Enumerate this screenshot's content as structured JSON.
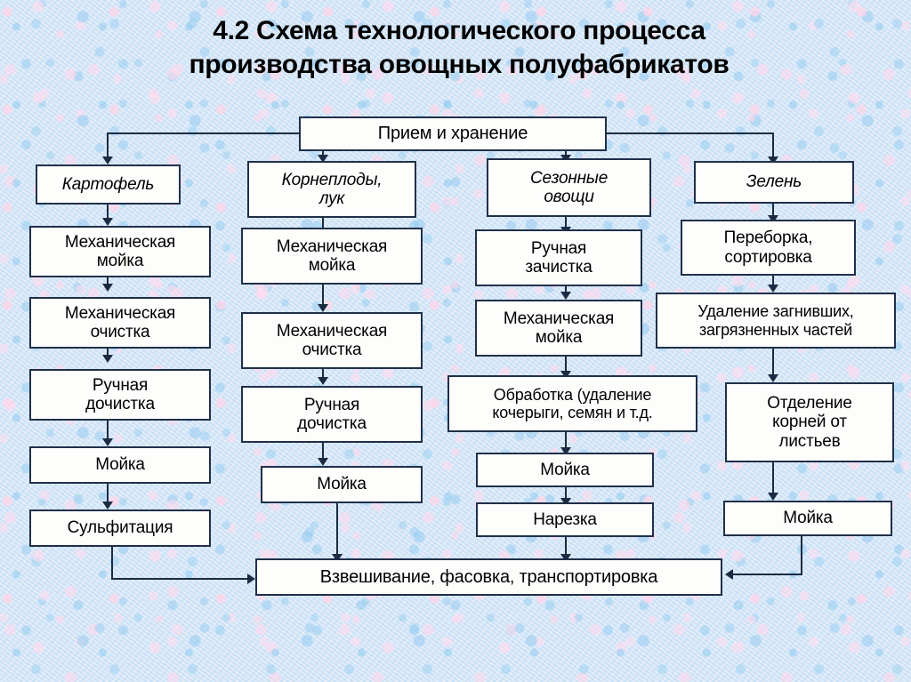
{
  "title": "4.2 Схема технологического процесса\nпроизводства овощных полуфабрикатов",
  "diagram": {
    "root": {
      "label": "Прием и хранение"
    },
    "branches": [
      {
        "id": "potato",
        "header": "Картофель",
        "steps": [
          "Механическая\nмойка",
          "Механическая\nочистка",
          "Ручная\nдочистка",
          "Мойка",
          "Сульфитация"
        ]
      },
      {
        "id": "root-vegetables",
        "header": "Корнеплоды,\nлук",
        "steps": [
          "Механическая\nмойка",
          "Механическая\nочистка",
          "Ручная\nдочистка",
          "Мойка"
        ]
      },
      {
        "id": "seasonal-vegetables",
        "header": "Сезонные\nовощи",
        "steps": [
          "Ручная\nзачистка",
          "Механическая\nмойка",
          "Обработка (удаление\nкочерыги, семян и т.д.",
          "Мойка",
          "Нарезка"
        ]
      },
      {
        "id": "greens",
        "header": "Зелень",
        "steps": [
          "Переборка,\nсортировка",
          "Удаление загнивших,\nзагрязненных частей",
          "Отделение\nкорней от\nлистьев",
          "Мойка"
        ]
      }
    ],
    "final": {
      "label": "Взвешивание, фасовка, транспортировка"
    }
  },
  "colors": {
    "background": "#d3e5f7",
    "box_fill": "#fdfdfb",
    "box_border": "#20304a",
    "connector": "#1b2b42",
    "text": "#000000"
  }
}
